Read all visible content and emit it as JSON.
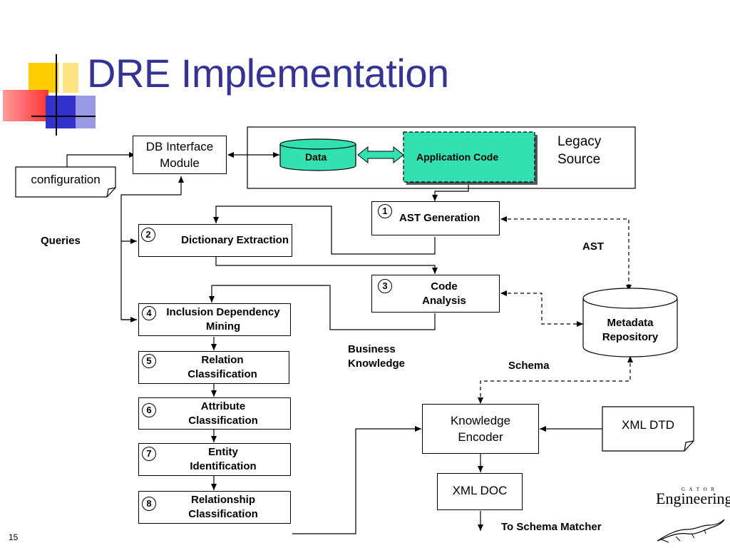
{
  "slide": {
    "title": "DRE Implementation",
    "page_number": "15",
    "accent_colors": {
      "title": "#333399",
      "yellow": "#FFCC00",
      "red": "#FF3333",
      "blue": "#3333CC",
      "teal": "#33E0B0"
    }
  },
  "diagram": {
    "db_interface": "DB Interface Module",
    "configuration": "configuration",
    "data": "Data",
    "application_code": "Application Code",
    "legacy_source": "Legacy Source",
    "queries": "Queries",
    "ast": "AST",
    "business_knowledge": "Business Knowledge",
    "schema": "Schema",
    "metadata_repository": "Metadata Repository",
    "knowledge_encoder": "Knowledge Encoder",
    "xml_dtd": "XML DTD",
    "xml_doc": "XML DOC",
    "to_schema_matcher": "To Schema Matcher",
    "steps": [
      {
        "num": "1",
        "label": "AST Generation"
      },
      {
        "num": "2",
        "label": "Dictionary Extraction"
      },
      {
        "num": "3",
        "label": "Code Analysis"
      },
      {
        "num": "4",
        "label": "Inclusion Dependency Mining"
      },
      {
        "num": "5",
        "label": "Relation Classification"
      },
      {
        "num": "6",
        "label": "Attribute Classification"
      },
      {
        "num": "7",
        "label": "Entity Identification"
      },
      {
        "num": "8",
        "label": "Relationship Classification"
      }
    ]
  },
  "logo": {
    "text": "Engineering",
    "small_text": "G A T O R"
  }
}
